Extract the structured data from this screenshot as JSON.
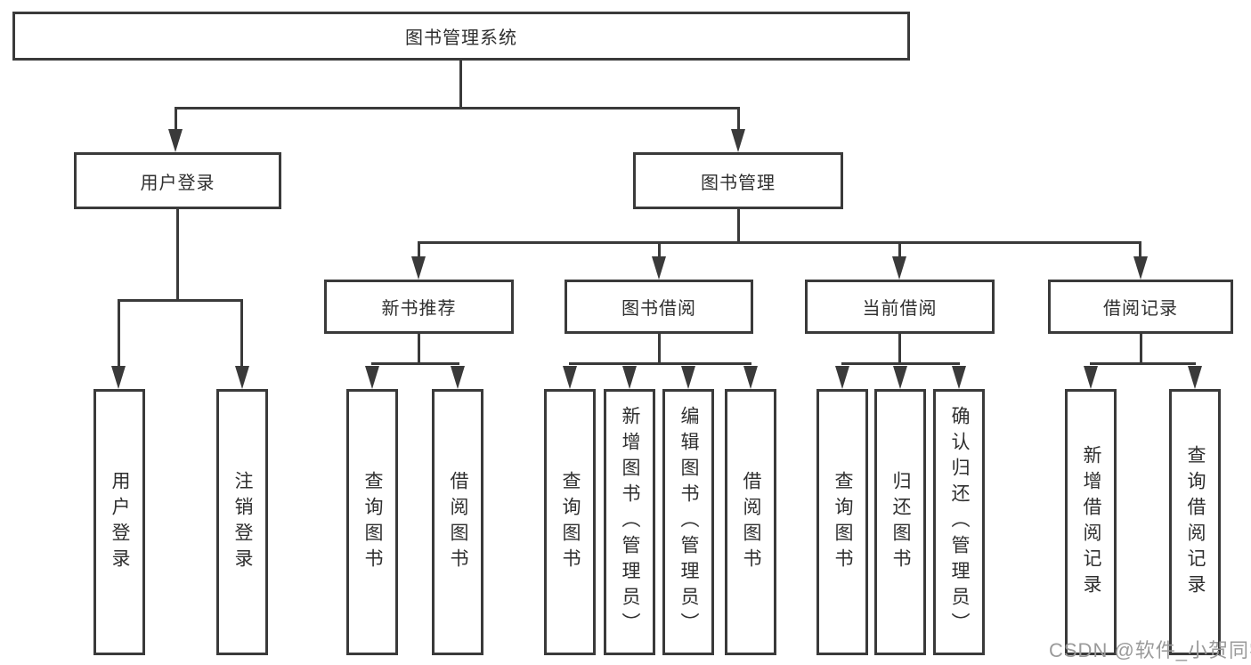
{
  "diagram_title": "图书管理系统",
  "nodes": {
    "root": {
      "label": "图书管理系统"
    },
    "level2": [
      {
        "label": "用户登录"
      },
      {
        "label": "图书管理"
      }
    ],
    "level3": [
      {
        "label": "新书推荐"
      },
      {
        "label": "图书借阅"
      },
      {
        "label": "当前借阅"
      },
      {
        "label": "借阅记录"
      }
    ],
    "leaves": {
      "userLogin": [
        {
          "label": "用户登录"
        },
        {
          "label": "注销登录"
        }
      ],
      "newBooks": [
        {
          "label": "查询图书"
        },
        {
          "label": "借阅图书"
        }
      ],
      "borrow": [
        {
          "label": "查询图书"
        },
        {
          "label": "新增图书（管理员）"
        },
        {
          "label": "编辑图书（管理员）"
        },
        {
          "label": "借阅图书"
        }
      ],
      "current": [
        {
          "label": "查询图书"
        },
        {
          "label": "归还图书"
        },
        {
          "label": "确认归还（管理员）"
        }
      ],
      "records": [
        {
          "label": "新增借阅记录"
        },
        {
          "label": "查询借阅记录"
        }
      ]
    }
  },
  "watermark": "CSDN @软件_小贺同学",
  "colors": {
    "line": "#3a3a3a",
    "text": "#2f2f2f",
    "watermark": "#9a9a9a",
    "background": "#ffffff"
  }
}
